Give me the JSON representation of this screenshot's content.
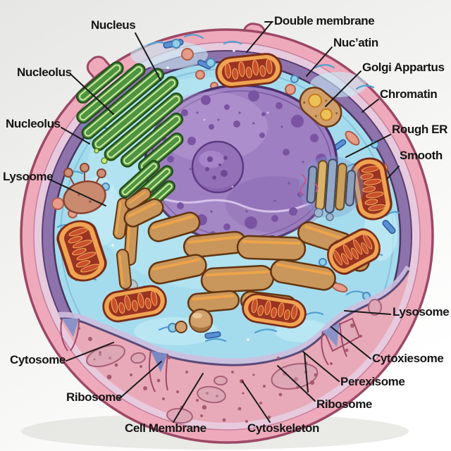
{
  "labels": {
    "double_membrane": "Double membrane",
    "nucleus": "Nucleus",
    "nucatin": "Nucʼatin",
    "golgi_appartus": "Golgi Appartus",
    "nucleolus_upper": "Nucleolus",
    "chromatin": "Chromatin",
    "nucleolus_lower": "Nucleolus",
    "rough_er": "Rough ER",
    "smooth": "Smooth",
    "lysoome": "Lysoome",
    "lysosome_right": "Lysosome",
    "cytosome": "Cytosome",
    "cytoxiesome": "Cytoxiesome",
    "perexisome": "Perexisome",
    "ribosome_left": "Ribosome",
    "ribosome_right": "Ribosome",
    "cell_membrane": "Cell Membrane",
    "cytoskeleton": "Cytoskeleton"
  },
  "colors": {
    "background": "#f2f2f0",
    "membrane_pink": "#eeaabb",
    "membrane_outline": "#9c4866",
    "ring_light_pink": "#e7cadd",
    "ring_purple": "#8d72ab",
    "cytoplasm_blue": "#a5dced",
    "squiggle_blue": "#4f9fd0",
    "nucleus_purple": "#9e7fc2",
    "nucleus_outline": "#4a2f6a",
    "nucleolus_purple": "#9470b8",
    "green_organelle": "#4f9440",
    "green_highlight": "#cdeaa0",
    "er_tan": "#c9965c",
    "er_orange": "#eca44a",
    "mito_orange": "#f0a452",
    "mito_red": "#9a3322",
    "pink_region": "#e8aab8",
    "pink_region_dot": "#a85a72",
    "vesicle_salmon": "#e59d8a",
    "vesicle_blue": "#8fd0e8",
    "label_text": "#151515",
    "leader_line": "#1a1a1a"
  }
}
